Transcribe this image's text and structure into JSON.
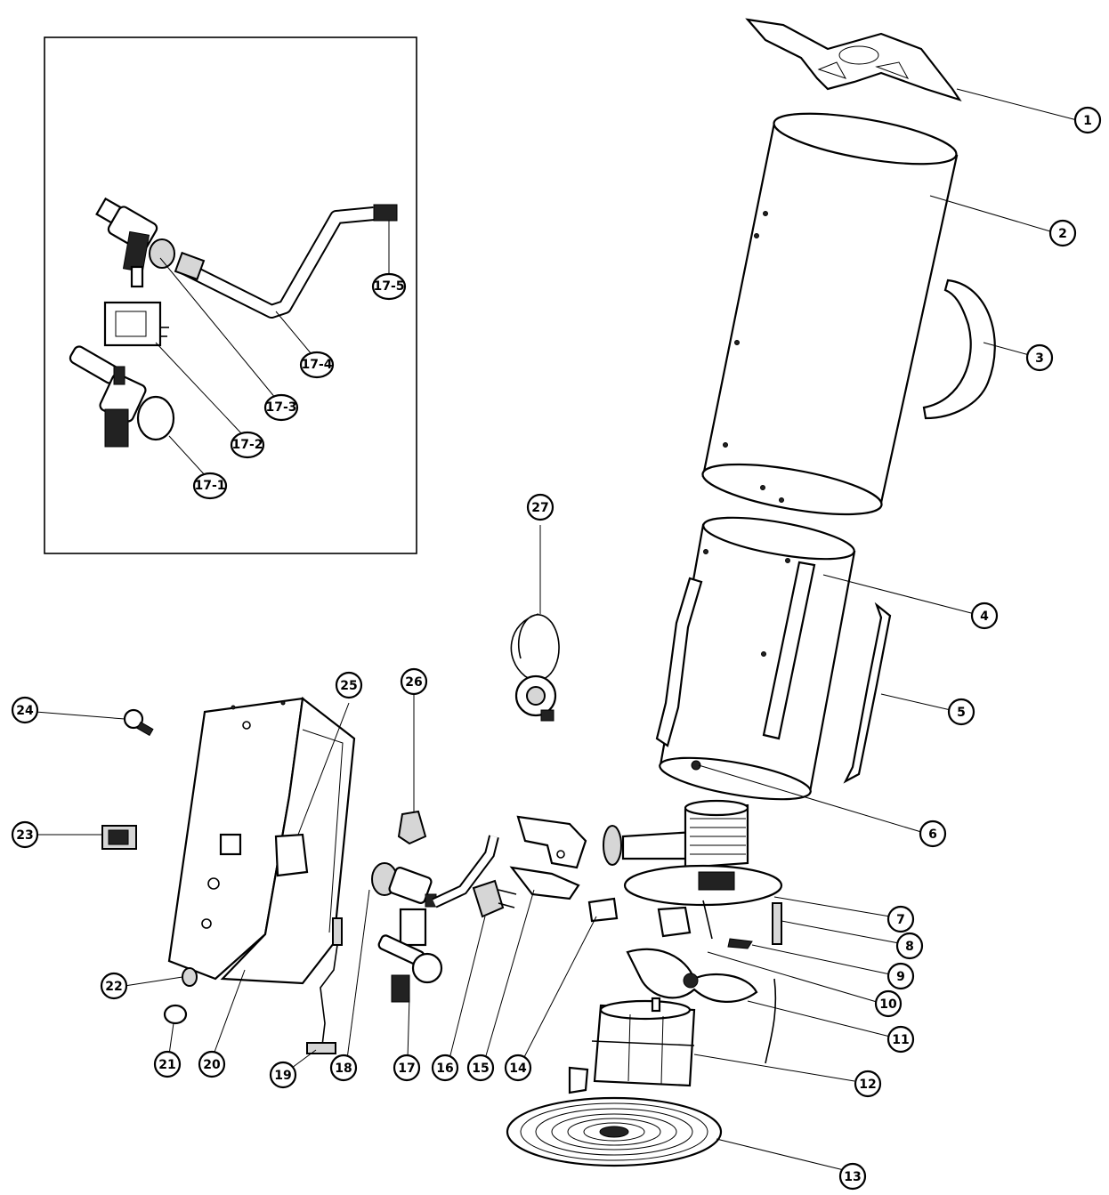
{
  "callouts": [
    {
      "id": "1",
      "label": "1"
    },
    {
      "id": "2",
      "label": "2"
    },
    {
      "id": "3",
      "label": "3"
    },
    {
      "id": "4",
      "label": "4"
    },
    {
      "id": "5",
      "label": "5"
    },
    {
      "id": "6",
      "label": "6"
    },
    {
      "id": "7",
      "label": "7"
    },
    {
      "id": "8",
      "label": "8"
    },
    {
      "id": "9",
      "label": "9"
    },
    {
      "id": "10",
      "label": "10"
    },
    {
      "id": "11",
      "label": "11"
    },
    {
      "id": "12",
      "label": "12"
    },
    {
      "id": "13",
      "label": "13"
    },
    {
      "id": "14",
      "label": "14"
    },
    {
      "id": "15",
      "label": "15"
    },
    {
      "id": "16",
      "label": "16"
    },
    {
      "id": "17",
      "label": "17"
    },
    {
      "id": "18",
      "label": "18"
    },
    {
      "id": "19",
      "label": "19"
    },
    {
      "id": "20",
      "label": "20"
    },
    {
      "id": "21",
      "label": "21"
    },
    {
      "id": "22",
      "label": "22"
    },
    {
      "id": "23",
      "label": "23"
    },
    {
      "id": "24",
      "label": "24"
    },
    {
      "id": "25",
      "label": "25"
    },
    {
      "id": "26",
      "label": "26"
    },
    {
      "id": "27",
      "label": "27"
    },
    {
      "id": "17-1",
      "label": "17-1"
    },
    {
      "id": "17-2",
      "label": "17-2"
    },
    {
      "id": "17-3",
      "label": "17-3"
    },
    {
      "id": "17-4",
      "label": "17-4"
    },
    {
      "id": "17-5",
      "label": "17-5"
    }
  ]
}
